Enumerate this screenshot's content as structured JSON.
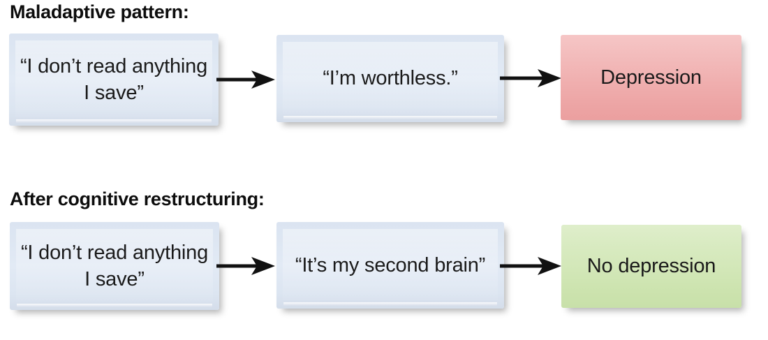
{
  "figure": {
    "type": "flowchart",
    "background": "#ffffff",
    "rows": [
      {
        "id": "maladaptive",
        "heading": "Maladaptive pattern:",
        "nodes": [
          {
            "id": "r1-thought1",
            "label": "“I don’t read anything I save”",
            "kind": "thought",
            "color": "#dfe8f3"
          },
          {
            "id": "r1-thought2",
            "label": "“I’m worthless.”",
            "kind": "thought",
            "color": "#dfe8f3"
          },
          {
            "id": "r1-outcome",
            "label": "Depression",
            "kind": "outcome-negative",
            "color": "#f1b1b1"
          }
        ],
        "arrows": [
          {
            "id": "r1-arrow1",
            "from": "r1-thought1",
            "to": "r1-thought2",
            "direction": "right"
          },
          {
            "id": "r1-arrow2",
            "from": "r1-thought2",
            "to": "r1-outcome",
            "direction": "right"
          }
        ]
      },
      {
        "id": "restructured",
        "heading": "After cognitive restructuring:",
        "nodes": [
          {
            "id": "r2-thought1",
            "label": "“I don’t read anything I save”",
            "kind": "thought",
            "color": "#dfe8f3"
          },
          {
            "id": "r2-thought2",
            "label": "“It’s my second brain”",
            "kind": "thought",
            "color": "#dfe8f3"
          },
          {
            "id": "r2-outcome",
            "label": "No depression",
            "kind": "outcome-positive",
            "color": "#d4e7b6"
          }
        ],
        "arrows": [
          {
            "id": "r2-arrow1",
            "from": "r2-thought1",
            "to": "r2-thought2",
            "direction": "right"
          },
          {
            "id": "r2-arrow2",
            "from": "r2-thought2",
            "to": "r2-outcome",
            "direction": "right"
          }
        ]
      }
    ]
  }
}
